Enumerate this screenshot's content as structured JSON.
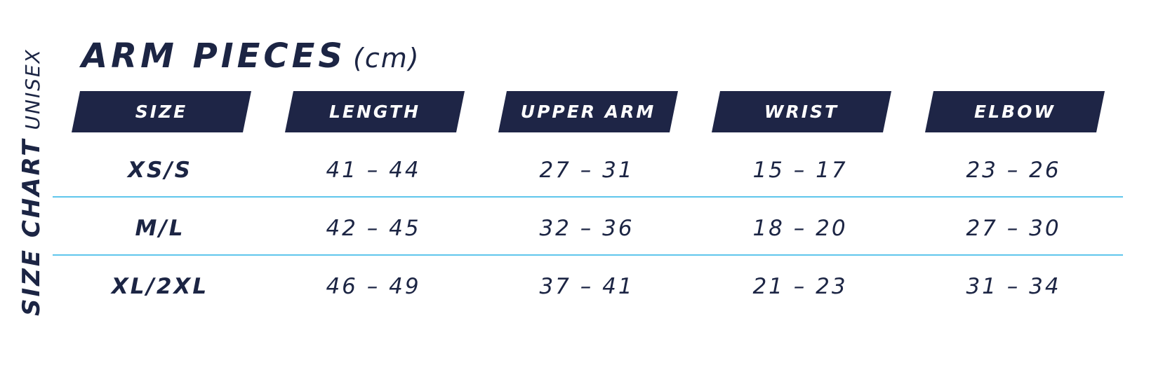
{
  "side_label": {
    "main": "SIZE CHART",
    "sub": "UNISEX"
  },
  "title": {
    "main": "ARM PIECES",
    "unit": "(cm)"
  },
  "table": {
    "headers": [
      "SIZE",
      "LENGTH",
      "UPPER ARM",
      "WRIST",
      "ELBOW"
    ],
    "rows": [
      [
        "XS/S",
        "41 – 44",
        "27 – 31",
        "15 – 17",
        "23 – 26"
      ],
      [
        "M/L",
        "42 – 45",
        "32 – 36",
        "18 – 20",
        "27 – 30"
      ],
      [
        "XL/2XL",
        "46 – 49",
        "37 – 41",
        "21 – 23",
        "31 – 34"
      ]
    ]
  },
  "colors": {
    "navy": "#1e2546",
    "divider": "#5fc6ec",
    "background": "#ffffff"
  }
}
